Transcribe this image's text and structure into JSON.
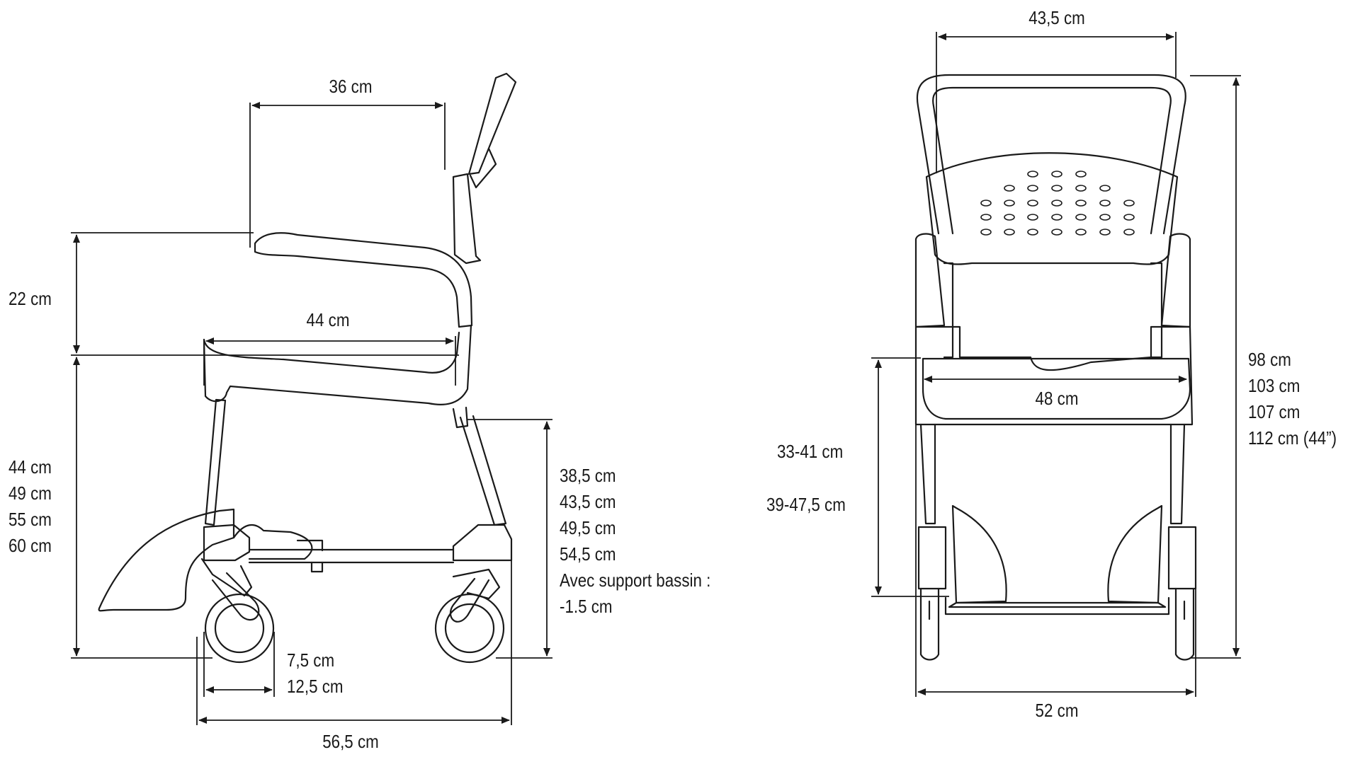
{
  "side_view": {
    "dims": {
      "seat_depth": "36 cm",
      "armrest_height": "22 cm",
      "seat_width_side": "44 cm",
      "seat_heights": [
        "44 cm",
        "49 cm",
        "55 cm",
        "60 cm"
      ],
      "frame_heights": [
        "38,5 cm",
        "43,5 cm",
        "49,5 cm",
        "54,5 cm",
        "Avec support bassin :",
        "-1.5 cm"
      ],
      "wheel_sizes": [
        "7,5 cm",
        "12,5 cm"
      ],
      "total_depth": "56,5 cm"
    }
  },
  "front_view": {
    "dims": {
      "backrest_width": "43,5 cm",
      "seat_width": "48 cm",
      "footrest_range_1": "33-41 cm",
      "footrest_range_2": "39-47,5 cm",
      "total_heights": [
        "98 cm",
        "103 cm",
        "107 cm",
        "112 cm (44”)"
      ],
      "total_width": "52 cm"
    }
  },
  "colors": {
    "line": "#1a1a1a",
    "fill": "#ffffff"
  }
}
